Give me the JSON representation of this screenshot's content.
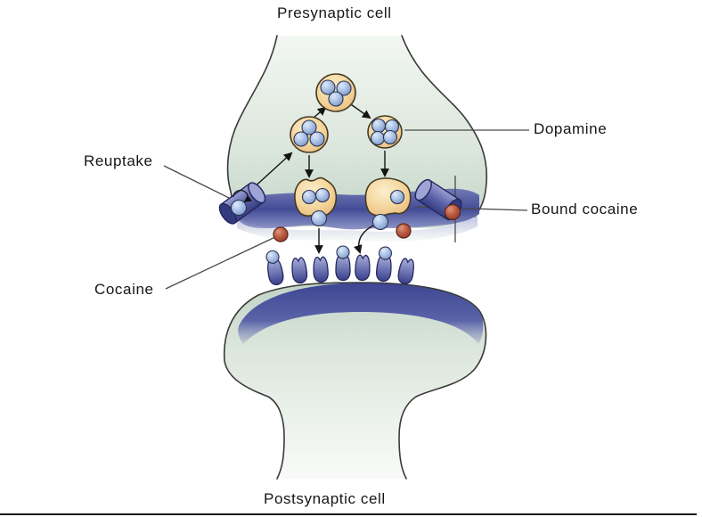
{
  "labels": {
    "presynaptic": "Presynaptic cell",
    "postsynaptic": "Postsynaptic cell",
    "reuptake": "Reuptake",
    "dopamine": "Dopamine",
    "bound_cocaine": "Bound cocaine",
    "cocaine": "Cocaine"
  },
  "figure": {
    "type": "labeled-biology-diagram",
    "subject": "synapse with dopamine release, reuptake transporter and cocaine block",
    "receptor_count": 7,
    "occupied_receptor_count": 3,
    "round_vesicle_count": 3,
    "fused_vesicle_count": 2,
    "free_cocaine_count": 2,
    "bound_cocaine_count": 1
  },
  "colors": {
    "background": "#ffffff",
    "label_text": "#161616",
    "cell_fill": "#dbe6dc",
    "membrane": "#434b97",
    "vesicle_fill": "#f4d79f",
    "dopamine_molecule": "#a9c2e6",
    "cocaine_molecule": "#bb5a43",
    "transporter": "#5d64ab",
    "receptor": "#565da6",
    "outline": "#3a3a3a"
  }
}
